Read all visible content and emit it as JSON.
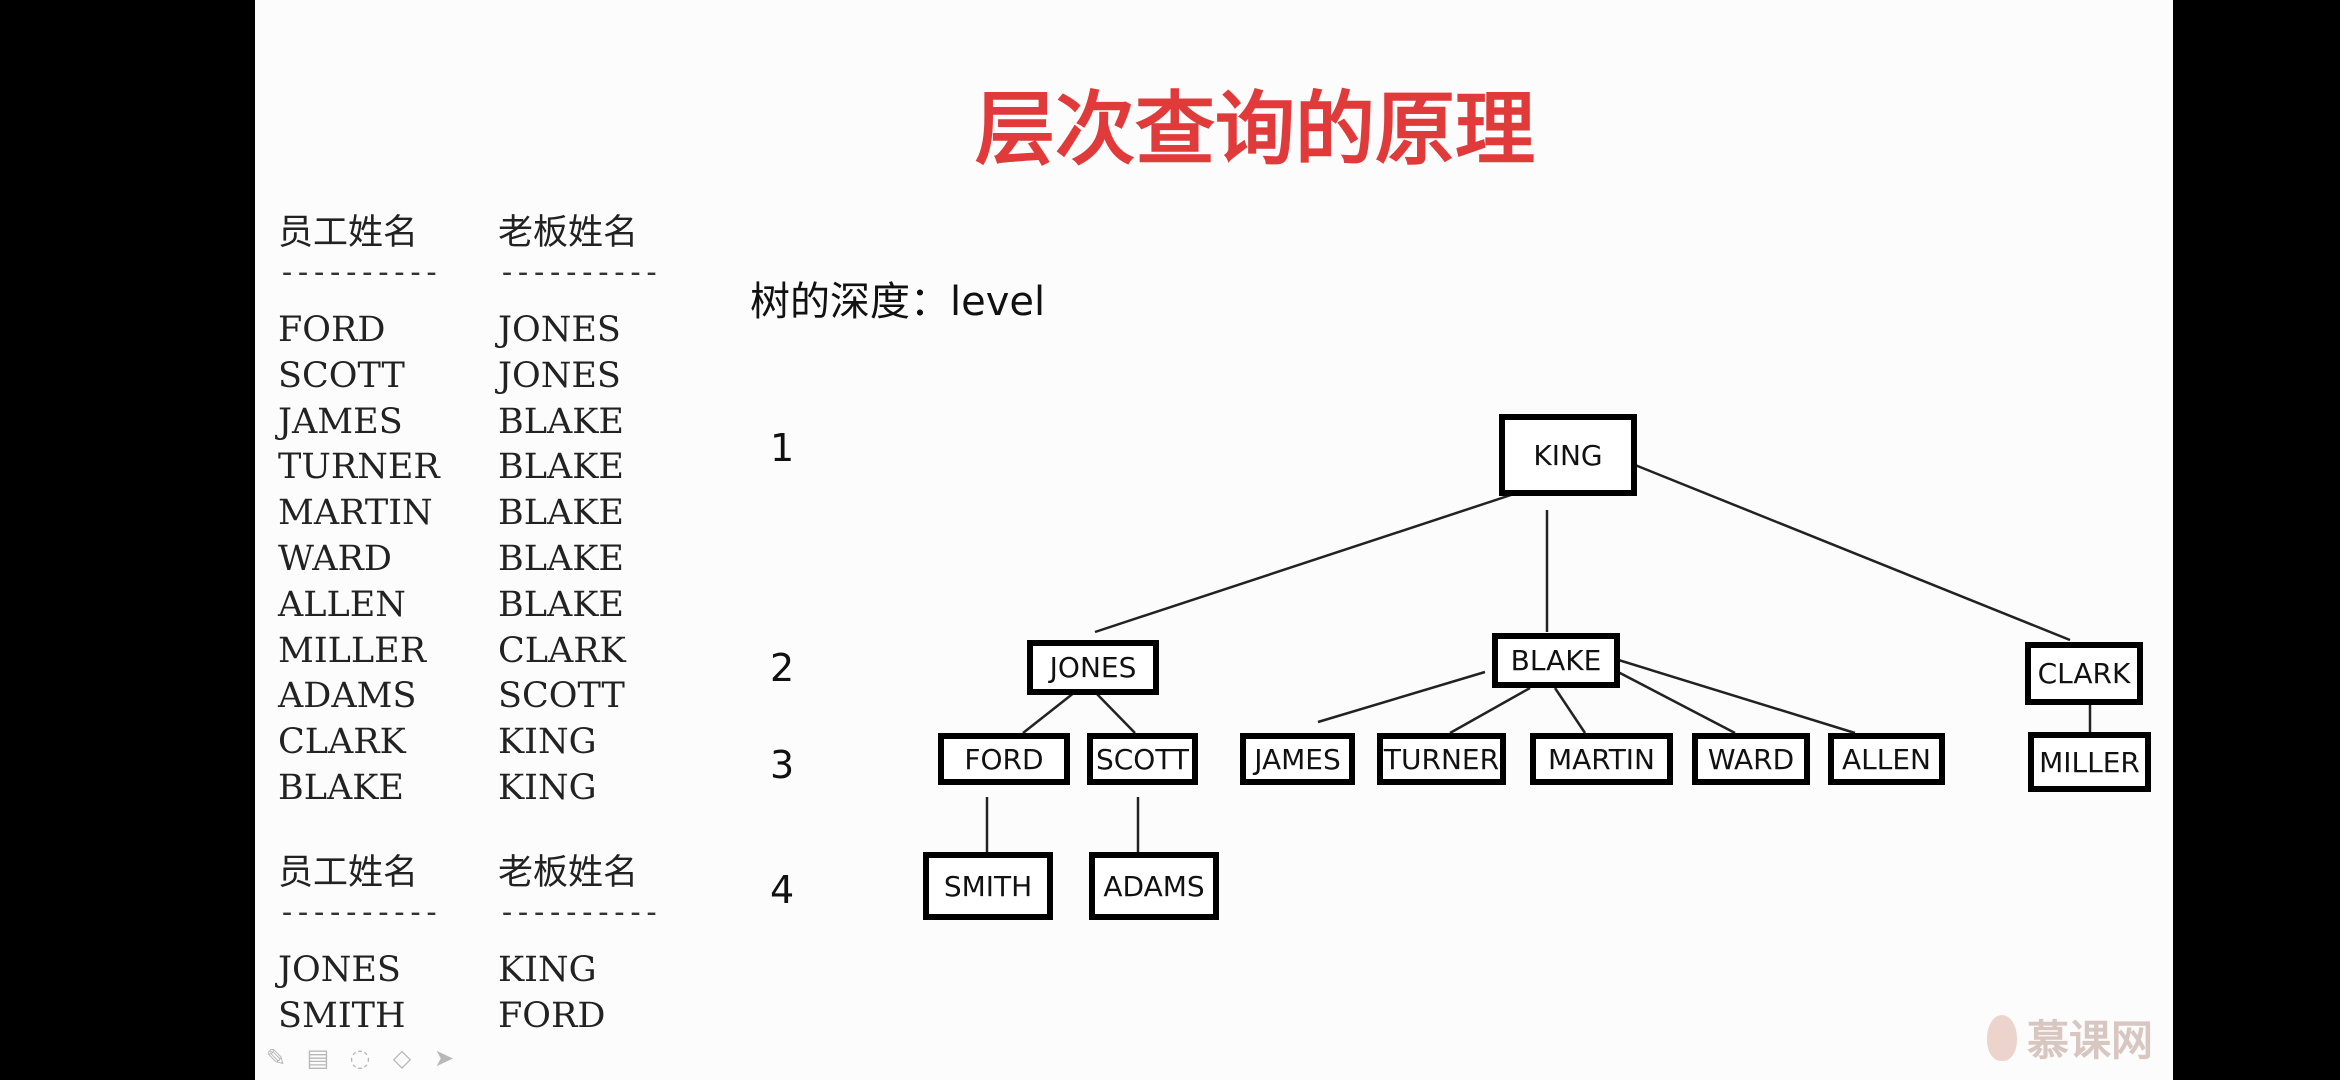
{
  "title": "层次查询的原理",
  "table1": {
    "headers": [
      "员工姓名",
      "老板姓名"
    ],
    "dashes": [
      "----------",
      "----------"
    ],
    "rows": [
      [
        "FORD",
        "JONES"
      ],
      [
        "SCOTT",
        "JONES"
      ],
      [
        "JAMES",
        "BLAKE"
      ],
      [
        "TURNER",
        "BLAKE"
      ],
      [
        "MARTIN",
        "BLAKE"
      ],
      [
        "WARD",
        "BLAKE"
      ],
      [
        "ALLEN",
        "BLAKE"
      ],
      [
        "MILLER",
        "CLARK"
      ],
      [
        "ADAMS",
        "SCOTT"
      ],
      [
        "CLARK",
        "KING"
      ],
      [
        "BLAKE",
        "KING"
      ]
    ]
  },
  "table2": {
    "headers": [
      "员工姓名",
      "老板姓名"
    ],
    "dashes": [
      "----------",
      "----------"
    ],
    "rows": [
      [
        "JONES",
        "KING"
      ],
      [
        "SMITH",
        "FORD"
      ]
    ]
  },
  "depth_label": "树的深度：level",
  "levels": [
    "1",
    "2",
    "3",
    "4"
  ],
  "tree": {
    "KING": "KING",
    "JONES": "JONES",
    "BLAKE": "BLAKE",
    "CLARK": "CLARK",
    "FORD": "FORD",
    "SCOTT": "SCOTT",
    "JAMES": "JAMES",
    "TURNER": "TURNER",
    "MARTIN": "MARTIN",
    "WARD": "WARD",
    "ALLEN": "ALLEN",
    "MILLER": "MILLER",
    "SMITH": "SMITH",
    "ADAMS": "ADAMS"
  },
  "watermark": "慕课网",
  "toolbar_icons": [
    "pen-icon",
    "grid-icon",
    "eraser-icon",
    "highlighter-icon",
    "pointer-icon"
  ]
}
